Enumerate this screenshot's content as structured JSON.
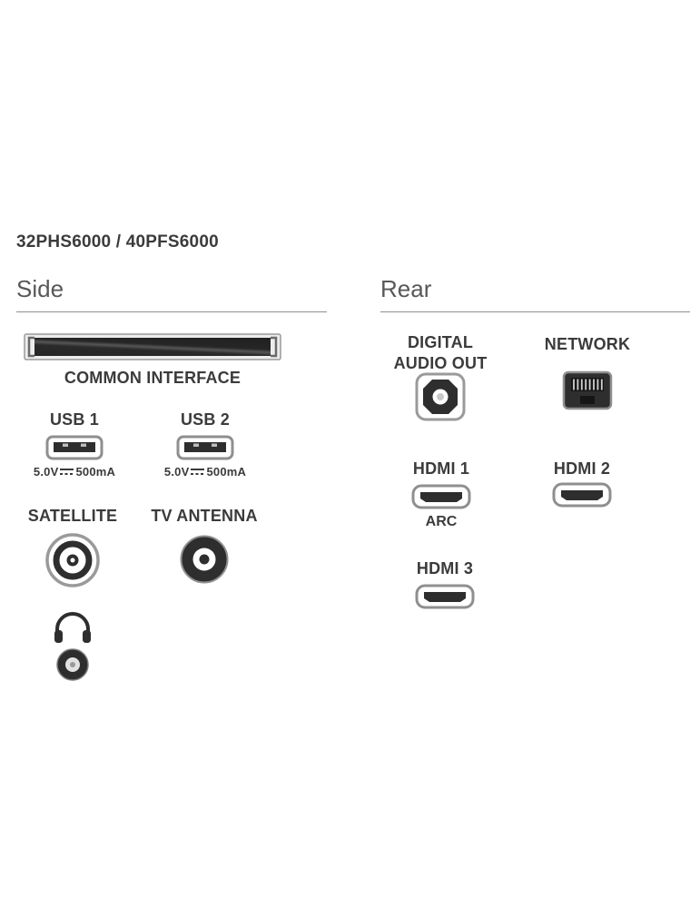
{
  "title": "32PHS6000 / 40PFS6000",
  "side": {
    "heading": "Side",
    "common_interface_label": "COMMON INTERFACE",
    "usb1_label": "USB 1",
    "usb2_label": "USB 2",
    "usb_power_prefix": "5.0V",
    "usb_power_suffix": "500mA",
    "satellite_label": "SATELLITE",
    "tv_antenna_label": "TV ANTENNA"
  },
  "rear": {
    "heading": "Rear",
    "digital_audio_out_label": "DIGITAL AUDIO OUT",
    "network_label": "NETWORK",
    "hdmi1_label": "HDMI 1",
    "hdmi1_sublabel": "ARC",
    "hdmi2_label": "HDMI 2",
    "hdmi3_label": "HDMI 3"
  },
  "colors": {
    "label_text": "#3b3b3b",
    "heading_text": "#585858",
    "port_dark": "#2e2e2e",
    "port_outline": "#8f8f8f",
    "background": "#ffffff"
  }
}
